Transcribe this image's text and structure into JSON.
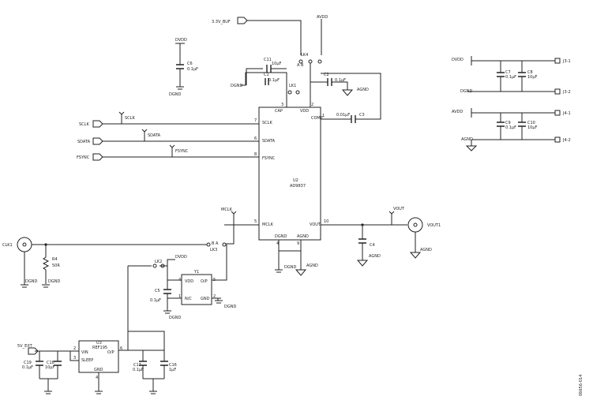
{
  "u2": {
    "ref": "U2",
    "part": "AD9837",
    "pins": {
      "cap": "CAP",
      "vdd": "VDD",
      "sclk": "SCLK",
      "sdata": "SDATA",
      "fsync": "FSYNC",
      "mclk": "MCLK",
      "comp": "COMP",
      "vout": "VOUT",
      "dgnd": "DGND",
      "agnd": "AGND"
    },
    "nums": {
      "p3": "3",
      "p2": "2",
      "p7": "7",
      "p6": "6",
      "p8": "8",
      "p5": "5",
      "p1": "1",
      "p10": "10",
      "p4": "4",
      "p9": "9"
    }
  },
  "u3": {
    "ref": "U3",
    "part": "REF195",
    "pins": {
      "vin": "VIN",
      "sleep": "SLEEP",
      "op": "O/P",
      "gnd": "GND"
    },
    "nums": {
      "p2": "2",
      "p3": "3",
      "p6": "6",
      "p4": "4"
    }
  },
  "y1": {
    "ref": "Y1",
    "pins": {
      "vdd": "VDD",
      "op": "O/P",
      "nc": "N/C",
      "gnd": "GND"
    },
    "nums": {
      "p4": "4",
      "p5": "5",
      "p1": "1",
      "p2": "2"
    }
  },
  "nets": {
    "buf_3v3": "3.3V_BUF",
    "avdd": "AVDD",
    "dvdd": "DVDD",
    "dgnd": "DGND",
    "agnd": "AGND",
    "sclk": "SCLK",
    "sdata": "SDATA",
    "fsync": "FSYNC",
    "mclk": "MCLK",
    "vout": "VOUT",
    "ext_5v": "5V_EXT"
  },
  "links": {
    "lk4": "LK4",
    "lk4_sub": "A  B",
    "lk1": "LK1",
    "lk2": "LK2",
    "lk3": "LK3",
    "lk3_ab": "B  A"
  },
  "connectors": {
    "clk1": "CLK1",
    "vout1": "VOUT1",
    "j3_1": "J3-1",
    "j3_2": "J3-2",
    "j4_1": "J4-1",
    "j4_2": "J4-2"
  },
  "resistors": {
    "r4": {
      "ref": "R4",
      "val": "50R"
    }
  },
  "caps": {
    "c1": {
      "ref": "C1",
      "val": "0.1µF"
    },
    "c2": {
      "ref": "C2",
      "val": "0.1µF"
    },
    "c3": {
      "ref": "C3",
      "val": "0.01µF"
    },
    "c4": {
      "ref": "C4"
    },
    "c5": {
      "ref": "C5",
      "val": "0.1µF"
    },
    "c6": {
      "ref": "C6",
      "val": "0.1µF"
    },
    "c7": {
      "ref": "C7",
      "val": "0.1µF"
    },
    "c8": {
      "ref": "C8",
      "val": "10µF"
    },
    "c9": {
      "ref": "C9",
      "val": "0.1µF"
    },
    "c10": {
      "ref": "C10",
      "val": "10µF"
    },
    "c11": {
      "ref": "C11",
      "val": "10µF"
    },
    "c16": {
      "ref": "C16",
      "val": "1µF"
    },
    "c17": {
      "ref": "C17",
      "val": "0.1µF"
    },
    "c18": {
      "ref": "C18",
      "val": "10µF"
    },
    "c19": {
      "ref": "C19",
      "val": "0.1µF"
    }
  },
  "figure_id": "06656-014"
}
